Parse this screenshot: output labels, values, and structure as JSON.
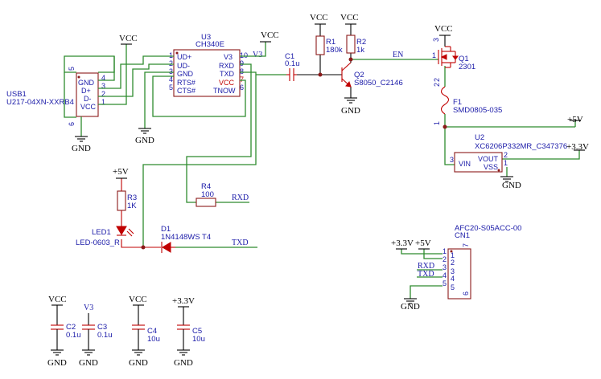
{
  "nets": {
    "vcc": "VCC",
    "gnd": "GND",
    "v3": "V3",
    "en": "EN",
    "rxd": "RXD",
    "txd": "TXD",
    "p5v": "+5V",
    "p3v3": "+3.3V"
  },
  "components": {
    "usb1": {
      "ref": "USB1",
      "part": "U217-04XN-XXRB4",
      "pins": [
        "GND",
        "D+",
        "D-",
        "VCC"
      ],
      "pin_numbers": [
        "4",
        "3",
        "2",
        "1",
        "5",
        "6"
      ]
    },
    "u3": {
      "ref": "U3",
      "part": "CH340E",
      "left_pins": [
        "UD+",
        "UD-",
        "GND",
        "RTS#",
        "CTS#"
      ],
      "left_numbers": [
        "1",
        "2",
        "3",
        "4",
        "5"
      ],
      "right_pins": [
        "V3",
        "RXD",
        "TXD",
        "VCC",
        "TNOW"
      ],
      "right_numbers": [
        "10",
        "9",
        "8",
        "7",
        "6"
      ]
    },
    "c1": {
      "ref": "C1",
      "value": "0.1u"
    },
    "r1": {
      "ref": "R1",
      "value": "180k"
    },
    "r2": {
      "ref": "R2",
      "value": "1k"
    },
    "q2": {
      "ref": "Q2",
      "part": "S8050_C2146"
    },
    "q1": {
      "ref": "Q1",
      "part": "2301",
      "pin_numbers": [
        "3",
        "1",
        "2"
      ]
    },
    "f1": {
      "ref": "F1",
      "part": "SMD0805-035",
      "pin_numbers": [
        "2",
        "1"
      ]
    },
    "u2": {
      "ref": "U2",
      "part": "XC6206P332MR_C347376",
      "pins": [
        "VIN",
        "VOUT",
        "VSS"
      ],
      "pin_numbers": [
        "3",
        "2",
        "1"
      ]
    },
    "r3": {
      "ref": "R3",
      "value": "1K"
    },
    "led1": {
      "ref": "LED1",
      "part": "LED-0603_R"
    },
    "r4": {
      "ref": "R4",
      "value": "100"
    },
    "d1": {
      "ref": "D1",
      "part": "1N4148WS T4"
    },
    "cn1": {
      "ref": "CN1",
      "part": "AFC20-S05ACC-00",
      "pins": [
        "1",
        "2",
        "3",
        "4",
        "5"
      ],
      "pin_numbers": [
        "1",
        "2",
        "3",
        "4",
        "5",
        "6",
        "7"
      ]
    },
    "c2": {
      "ref": "C2",
      "value": "0.1u"
    },
    "c3": {
      "ref": "C3",
      "value": "0.1u"
    },
    "c4": {
      "ref": "C4",
      "value": "10u"
    },
    "c5": {
      "ref": "C5",
      "value": "10u"
    }
  }
}
